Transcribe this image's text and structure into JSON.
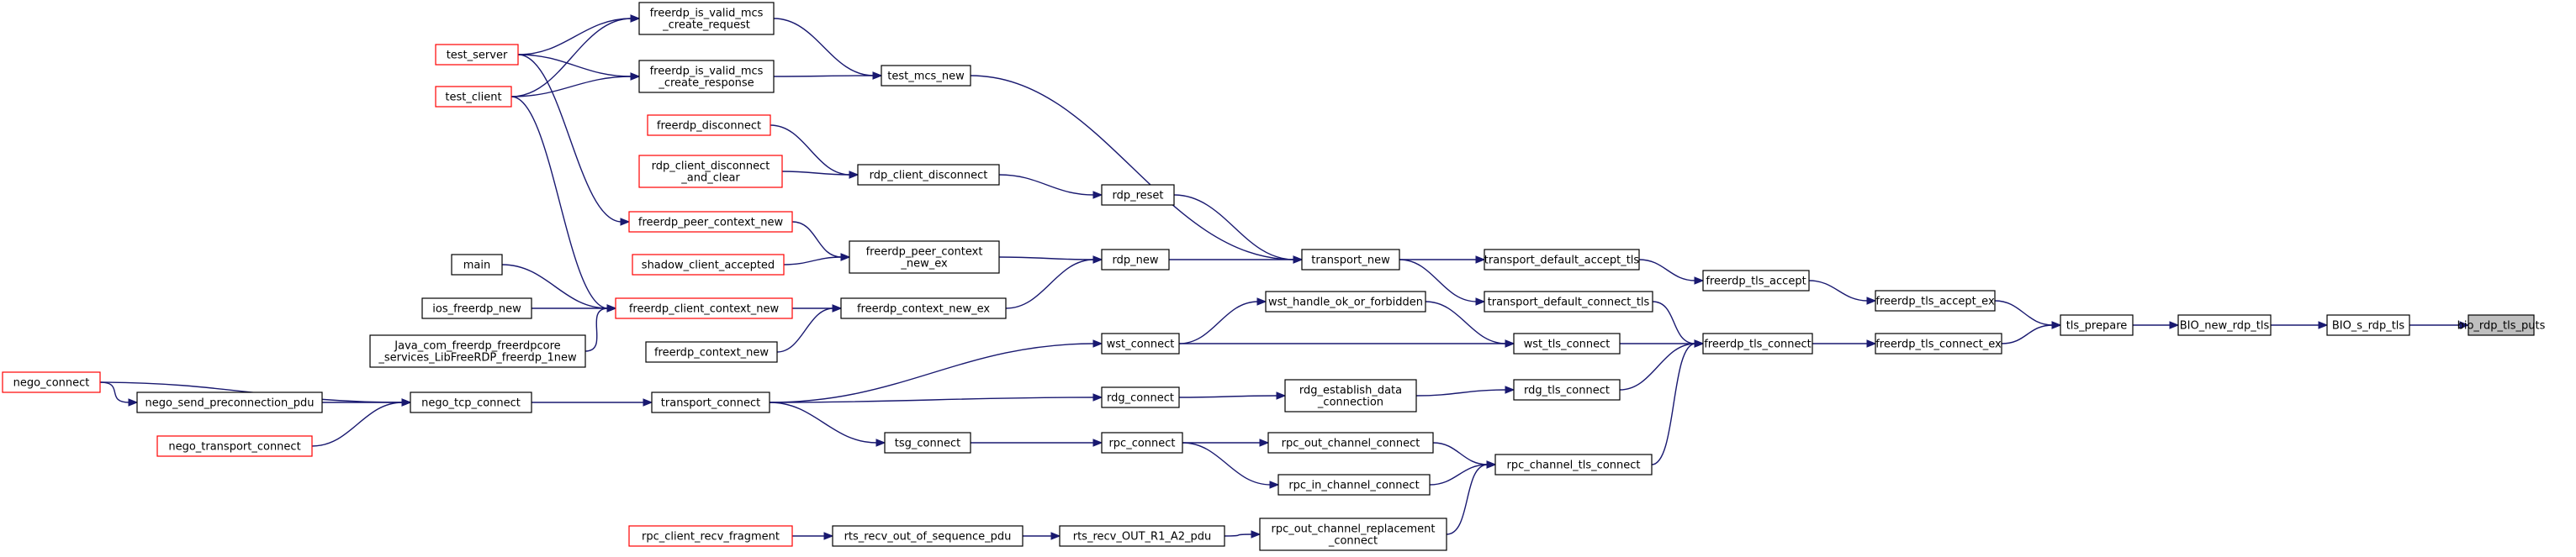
{
  "graph": {
    "nodes": {
      "bio_rdp_tls_puts": {
        "lines": [
          "bio_rdp_tls_puts"
        ],
        "style": "focus"
      },
      "BIO_s_rdp_tls": {
        "lines": [
          "BIO_s_rdp_tls"
        ],
        "style": "black"
      },
      "BIO_new_rdp_tls": {
        "lines": [
          "BIO_new_rdp_tls"
        ],
        "style": "black"
      },
      "tls_prepare": {
        "lines": [
          "tls_prepare"
        ],
        "style": "black"
      },
      "freerdp_tls_accept_ex": {
        "lines": [
          "freerdp_tls_accept_ex"
        ],
        "style": "black"
      },
      "freerdp_tls_connect_ex": {
        "lines": [
          "freerdp_tls_connect_ex"
        ],
        "style": "black"
      },
      "freerdp_tls_accept": {
        "lines": [
          "freerdp_tls_accept"
        ],
        "style": "black"
      },
      "freerdp_tls_connect": {
        "lines": [
          "freerdp_tls_connect"
        ],
        "style": "black"
      },
      "transport_default_accept_tls": {
        "lines": [
          "transport_default_accept_tls"
        ],
        "style": "black"
      },
      "transport_default_connect_tls": {
        "lines": [
          "transport_default_connect_tls"
        ],
        "style": "black"
      },
      "wst_tls_connect": {
        "lines": [
          "wst_tls_connect"
        ],
        "style": "black"
      },
      "rdg_tls_connect": {
        "lines": [
          "rdg_tls_connect"
        ],
        "style": "black"
      },
      "rpc_channel_tls_connect": {
        "lines": [
          "rpc_channel_tls_connect"
        ],
        "style": "black"
      },
      "transport_new": {
        "lines": [
          "transport_new"
        ],
        "style": "black"
      },
      "wst_handle_ok_or_forbidden": {
        "lines": [
          "wst_handle_ok_or_forbidden"
        ],
        "style": "black"
      },
      "rdg_establish_data_connection": {
        "lines": [
          "rdg_establish_data",
          "_connection"
        ],
        "style": "black"
      },
      "rpc_out_channel_connect": {
        "lines": [
          "rpc_out_channel_connect"
        ],
        "style": "black"
      },
      "rpc_in_channel_connect": {
        "lines": [
          "rpc_in_channel_connect"
        ],
        "style": "black"
      },
      "rpc_out_channel_replacement_connect": {
        "lines": [
          "rpc_out_channel_replacement",
          "_connect"
        ],
        "style": "black"
      },
      "test_mcs_new": {
        "lines": [
          "test_mcs_new"
        ],
        "style": "black"
      },
      "rdp_reset": {
        "lines": [
          "rdp_reset"
        ],
        "style": "black"
      },
      "rdp_new": {
        "lines": [
          "rdp_new"
        ],
        "style": "black"
      },
      "wst_connect": {
        "lines": [
          "wst_connect"
        ],
        "style": "black"
      },
      "rdg_connect": {
        "lines": [
          "rdg_connect"
        ],
        "style": "black"
      },
      "rpc_connect": {
        "lines": [
          "rpc_connect"
        ],
        "style": "black"
      },
      "rts_recv_OUT_R1_A2_pdu": {
        "lines": [
          "rts_recv_OUT_R1_A2_pdu"
        ],
        "style": "black"
      },
      "freerdp_is_valid_mcs_create_request": {
        "lines": [
          "freerdp_is_valid_mcs",
          "_create_request"
        ],
        "style": "black"
      },
      "freerdp_is_valid_mcs_create_response": {
        "lines": [
          "freerdp_is_valid_mcs",
          "_create_response"
        ],
        "style": "black"
      },
      "rdp_client_disconnect": {
        "lines": [
          "rdp_client_disconnect"
        ],
        "style": "black"
      },
      "freerdp_peer_context_new_ex": {
        "lines": [
          "freerdp_peer_context",
          "_new_ex"
        ],
        "style": "black"
      },
      "freerdp_context_new_ex": {
        "lines": [
          "freerdp_context_new_ex"
        ],
        "style": "black"
      },
      "transport_connect": {
        "lines": [
          "transport_connect"
        ],
        "style": "black"
      },
      "tsg_connect": {
        "lines": [
          "tsg_connect"
        ],
        "style": "black"
      },
      "rts_recv_out_of_sequence_pdu": {
        "lines": [
          "rts_recv_out_of_sequence_pdu"
        ],
        "style": "black"
      },
      "test_server": {
        "lines": [
          "test_server"
        ],
        "style": "red"
      },
      "test_client": {
        "lines": [
          "test_client"
        ],
        "style": "red"
      },
      "freerdp_disconnect": {
        "lines": [
          "freerdp_disconnect"
        ],
        "style": "red"
      },
      "rdp_client_disconnect_and_clear": {
        "lines": [
          "rdp_client_disconnect",
          "_and_clear"
        ],
        "style": "red"
      },
      "freerdp_peer_context_new": {
        "lines": [
          "freerdp_peer_context_new"
        ],
        "style": "red"
      },
      "shadow_client_accepted": {
        "lines": [
          "shadow_client_accepted"
        ],
        "style": "red"
      },
      "freerdp_client_context_new": {
        "lines": [
          "freerdp_client_context_new"
        ],
        "style": "red"
      },
      "freerdp_context_new": {
        "lines": [
          "freerdp_context_new"
        ],
        "style": "black"
      },
      "nego_tcp_connect": {
        "lines": [
          "nego_tcp_connect"
        ],
        "style": "black"
      },
      "rpc_client_recv_fragment": {
        "lines": [
          "rpc_client_recv_fragment"
        ],
        "style": "red"
      },
      "main": {
        "lines": [
          "main"
        ],
        "style": "black"
      },
      "ios_freerdp_new": {
        "lines": [
          "ios_freerdp_new"
        ],
        "style": "black"
      },
      "java_freerdp_new": {
        "lines": [
          "Java_com_freerdp_freerdpcore",
          "_services_LibFreeRDP_freerdp_1new"
        ],
        "style": "black"
      },
      "nego_send_preconnection_pdu": {
        "lines": [
          "nego_send_preconnection_pdu"
        ],
        "style": "black"
      },
      "nego_transport_connect": {
        "lines": [
          "nego_transport_connect"
        ],
        "style": "red"
      },
      "nego_connect": {
        "lines": [
          "nego_connect"
        ],
        "style": "red"
      }
    },
    "edges": [
      [
        "BIO_s_rdp_tls",
        "bio_rdp_tls_puts"
      ],
      [
        "BIO_new_rdp_tls",
        "BIO_s_rdp_tls"
      ],
      [
        "tls_prepare",
        "BIO_new_rdp_tls"
      ],
      [
        "freerdp_tls_accept_ex",
        "tls_prepare"
      ],
      [
        "freerdp_tls_connect_ex",
        "tls_prepare"
      ],
      [
        "freerdp_tls_accept",
        "freerdp_tls_accept_ex"
      ],
      [
        "freerdp_tls_connect",
        "freerdp_tls_connect_ex"
      ],
      [
        "transport_default_accept_tls",
        "freerdp_tls_accept"
      ],
      [
        "transport_default_connect_tls",
        "freerdp_tls_connect"
      ],
      [
        "wst_tls_connect",
        "freerdp_tls_connect"
      ],
      [
        "rdg_tls_connect",
        "freerdp_tls_connect"
      ],
      [
        "rpc_channel_tls_connect",
        "freerdp_tls_connect"
      ],
      [
        "transport_new",
        "transport_default_accept_tls"
      ],
      [
        "transport_new",
        "transport_default_connect_tls"
      ],
      [
        "wst_handle_ok_or_forbidden",
        "wst_tls_connect"
      ],
      [
        "wst_connect",
        "wst_tls_connect"
      ],
      [
        "rdg_establish_data_connection",
        "rdg_tls_connect"
      ],
      [
        "rpc_out_channel_connect",
        "rpc_channel_tls_connect"
      ],
      [
        "rpc_in_channel_connect",
        "rpc_channel_tls_connect"
      ],
      [
        "rpc_out_channel_replacement_connect",
        "rpc_channel_tls_connect"
      ],
      [
        "test_mcs_new",
        "transport_new"
      ],
      [
        "rdp_reset",
        "transport_new"
      ],
      [
        "rdp_new",
        "transport_new"
      ],
      [
        "wst_connect",
        "wst_handle_ok_or_forbidden"
      ],
      [
        "rdg_connect",
        "rdg_establish_data_connection"
      ],
      [
        "rpc_connect",
        "rpc_out_channel_connect"
      ],
      [
        "rpc_connect",
        "rpc_in_channel_connect"
      ],
      [
        "rts_recv_OUT_R1_A2_pdu",
        "rpc_out_channel_replacement_connect"
      ],
      [
        "freerdp_is_valid_mcs_create_request",
        "test_mcs_new"
      ],
      [
        "freerdp_is_valid_mcs_create_response",
        "test_mcs_new"
      ],
      [
        "rdp_client_disconnect",
        "rdp_reset"
      ],
      [
        "freerdp_peer_context_new_ex",
        "rdp_new"
      ],
      [
        "freerdp_context_new_ex",
        "rdp_new"
      ],
      [
        "transport_connect",
        "wst_connect"
      ],
      [
        "transport_connect",
        "rdg_connect"
      ],
      [
        "transport_connect",
        "tsg_connect"
      ],
      [
        "tsg_connect",
        "rpc_connect"
      ],
      [
        "rts_recv_out_of_sequence_pdu",
        "rts_recv_OUT_R1_A2_pdu"
      ],
      [
        "test_server",
        "freerdp_is_valid_mcs_create_request"
      ],
      [
        "test_server",
        "freerdp_is_valid_mcs_create_response"
      ],
      [
        "test_client",
        "freerdp_is_valid_mcs_create_request"
      ],
      [
        "test_client",
        "freerdp_is_valid_mcs_create_response"
      ],
      [
        "test_server",
        "freerdp_peer_context_new"
      ],
      [
        "test_client",
        "freerdp_client_context_new"
      ],
      [
        "freerdp_disconnect",
        "rdp_client_disconnect"
      ],
      [
        "rdp_client_disconnect_and_clear",
        "rdp_client_disconnect"
      ],
      [
        "freerdp_peer_context_new",
        "freerdp_peer_context_new_ex"
      ],
      [
        "shadow_client_accepted",
        "freerdp_peer_context_new_ex"
      ],
      [
        "freerdp_client_context_new",
        "freerdp_context_new_ex"
      ],
      [
        "freerdp_context_new",
        "freerdp_context_new_ex"
      ],
      [
        "nego_tcp_connect",
        "transport_connect"
      ],
      [
        "rpc_client_recv_fragment",
        "rts_recv_out_of_sequence_pdu"
      ],
      [
        "main",
        "freerdp_client_context_new"
      ],
      [
        "ios_freerdp_new",
        "freerdp_client_context_new"
      ],
      [
        "java_freerdp_new",
        "freerdp_client_context_new"
      ],
      [
        "nego_send_preconnection_pdu",
        "nego_tcp_connect"
      ],
      [
        "nego_connect",
        "nego_tcp_connect"
      ],
      [
        "nego_connect",
        "nego_send_preconnection_pdu"
      ],
      [
        "nego_transport_connect",
        "nego_tcp_connect"
      ]
    ]
  }
}
